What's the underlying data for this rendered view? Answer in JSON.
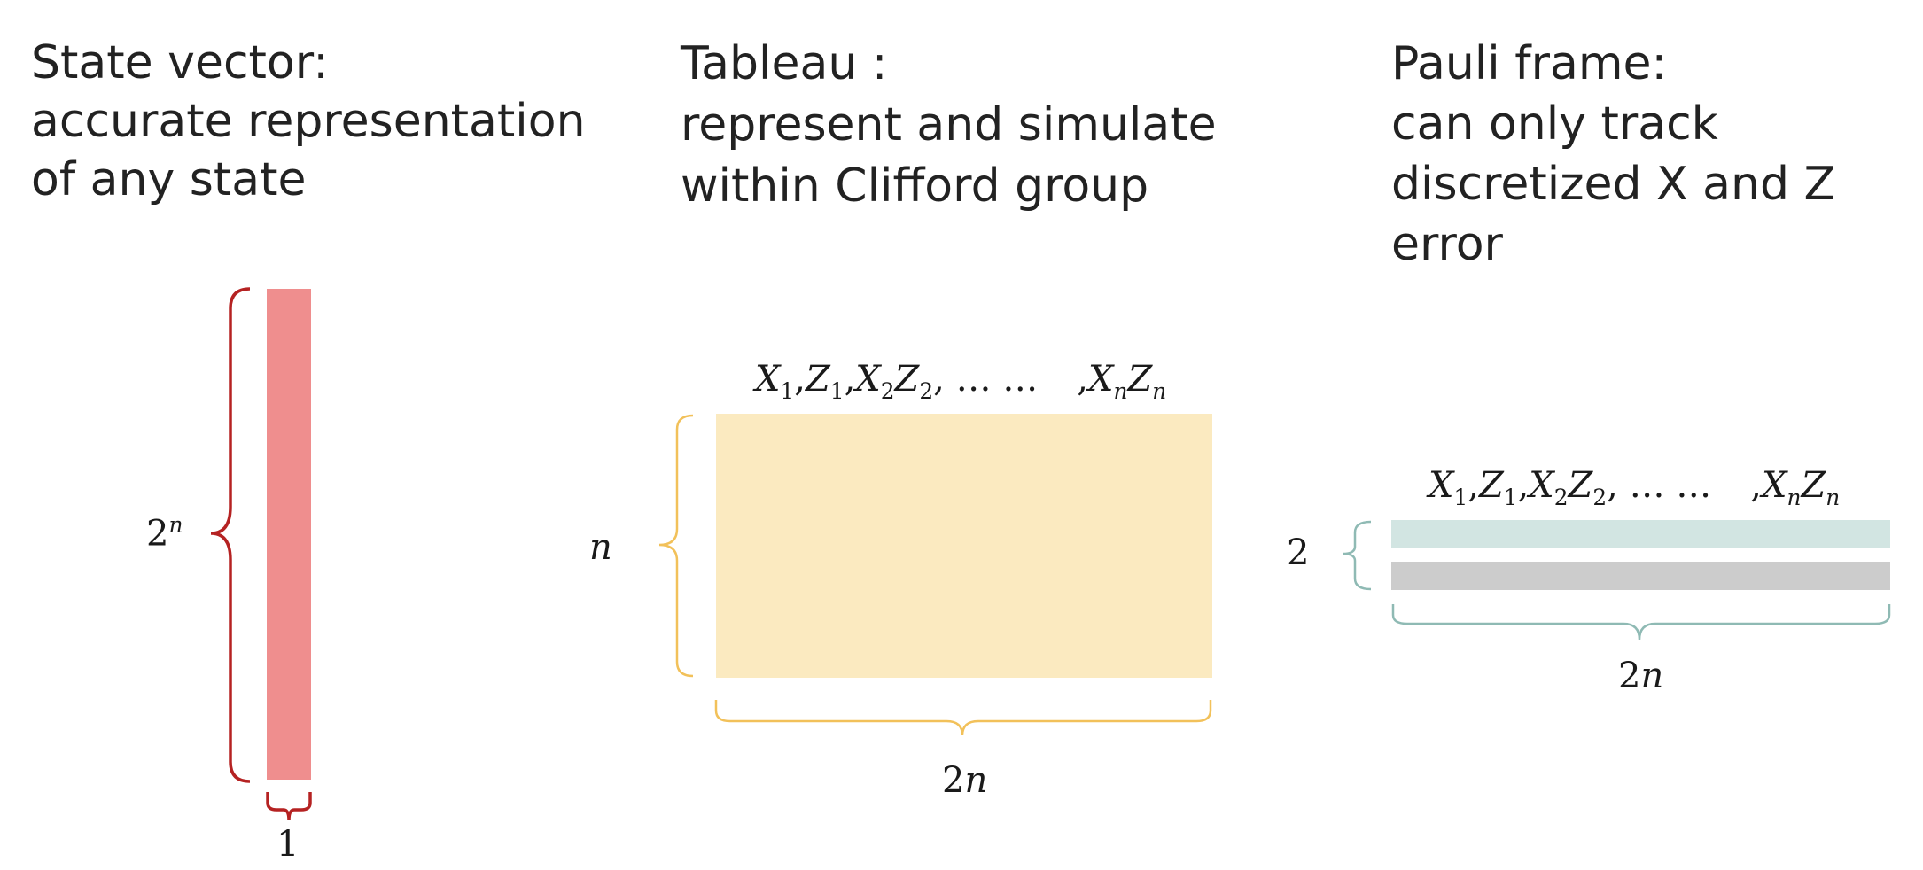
{
  "panels": {
    "state_vector": {
      "title": "State vector:\naccurate representation\nof any state",
      "height_label": {
        "base": "2",
        "exp": "n"
      },
      "width_label": "1",
      "colors": {
        "block": "#ef8e8e",
        "brace": "#b52222"
      }
    },
    "tableau": {
      "title": "Tableau :\nrepresent and simulate\nwithin Clifford group",
      "columns_label": {
        "x1": "X",
        "x1_sub": "1",
        "z1": "Z",
        "z1_sub": "1",
        "x2": "X",
        "x2_sub": "2",
        "z2": "Z",
        "z2_sub": "2",
        "ellipsis": "… …",
        "xn": "X",
        "xn_sub": "n",
        "zn": "Z",
        "zn_sub": "n"
      },
      "height_label": "n",
      "width_label": {
        "coef": "2",
        "var": "n"
      },
      "colors": {
        "block": "#fbeac0",
        "brace": "#f2c15a"
      }
    },
    "pauli_frame": {
      "title": "Pauli frame:\ncan only track\ndiscretized X and Z\nerror",
      "columns_label": {
        "x1": "X",
        "x1_sub": "1",
        "z1": "Z",
        "z1_sub": "1",
        "x2": "X",
        "x2_sub": "2",
        "z2": "Z",
        "z2_sub": "2",
        "ellipsis": "… …",
        "xn": "X",
        "xn_sub": "n",
        "zn": "Z",
        "zn_sub": "n"
      },
      "height_label": "2",
      "width_label": {
        "coef": "2",
        "var": "n"
      },
      "colors": {
        "row_top": "#d2e5e2",
        "row_bottom": "#cccccc",
        "brace": "#8fbab4"
      }
    }
  }
}
